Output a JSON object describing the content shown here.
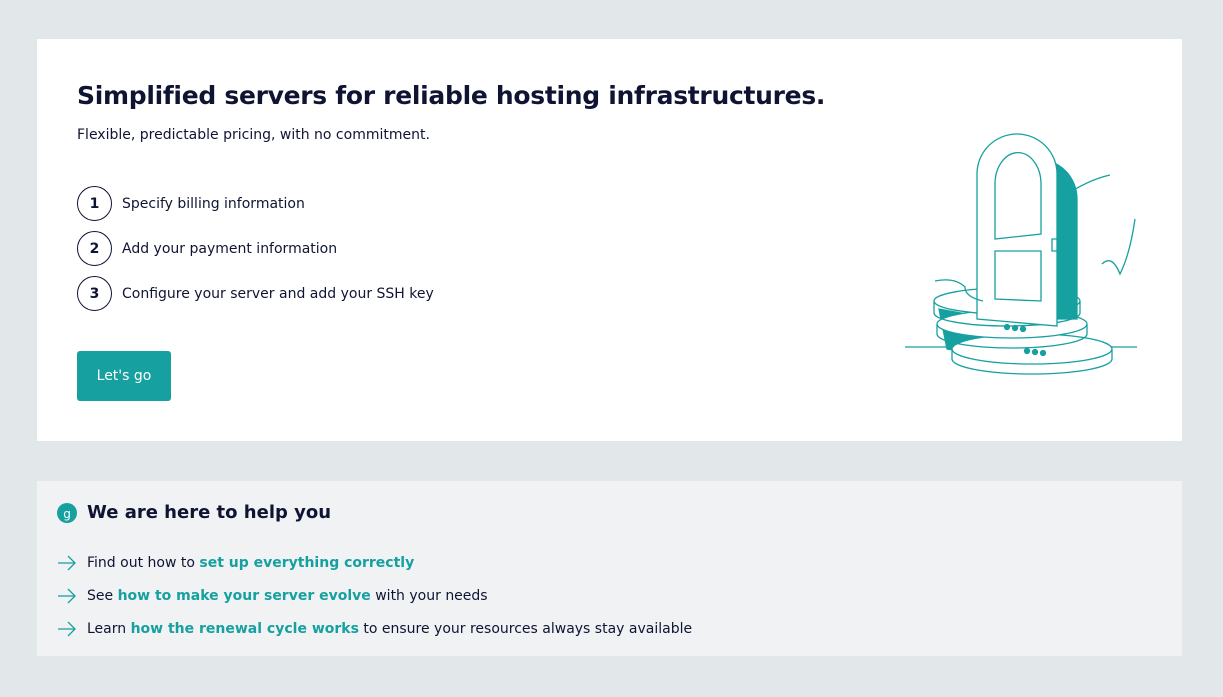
{
  "hero": {
    "title": "Simplified servers for reliable hosting infrastructures.",
    "subtitle": "Flexible, predictable pricing, with no commitment.",
    "steps": [
      {
        "num": "1",
        "label": "Specify billing information"
      },
      {
        "num": "2",
        "label": "Add your payment information"
      },
      {
        "num": "3",
        "label": "Configure your server and add your SSH key"
      }
    ],
    "cta": "Let's go"
  },
  "help": {
    "title": "We are here to help you",
    "items": [
      {
        "pre": "Find out how to ",
        "link": "set up everything correctly",
        "post": ""
      },
      {
        "pre": "See ",
        "link": "how to make your server evolve",
        "post": " with your needs"
      },
      {
        "pre": "Learn ",
        "link": "how the renewal cycle works",
        "post": " to ensure your resources always stay available"
      }
    ]
  },
  "colors": {
    "accent": "#16a09f",
    "text": "#0f1433",
    "background": "#e2e7ea"
  }
}
